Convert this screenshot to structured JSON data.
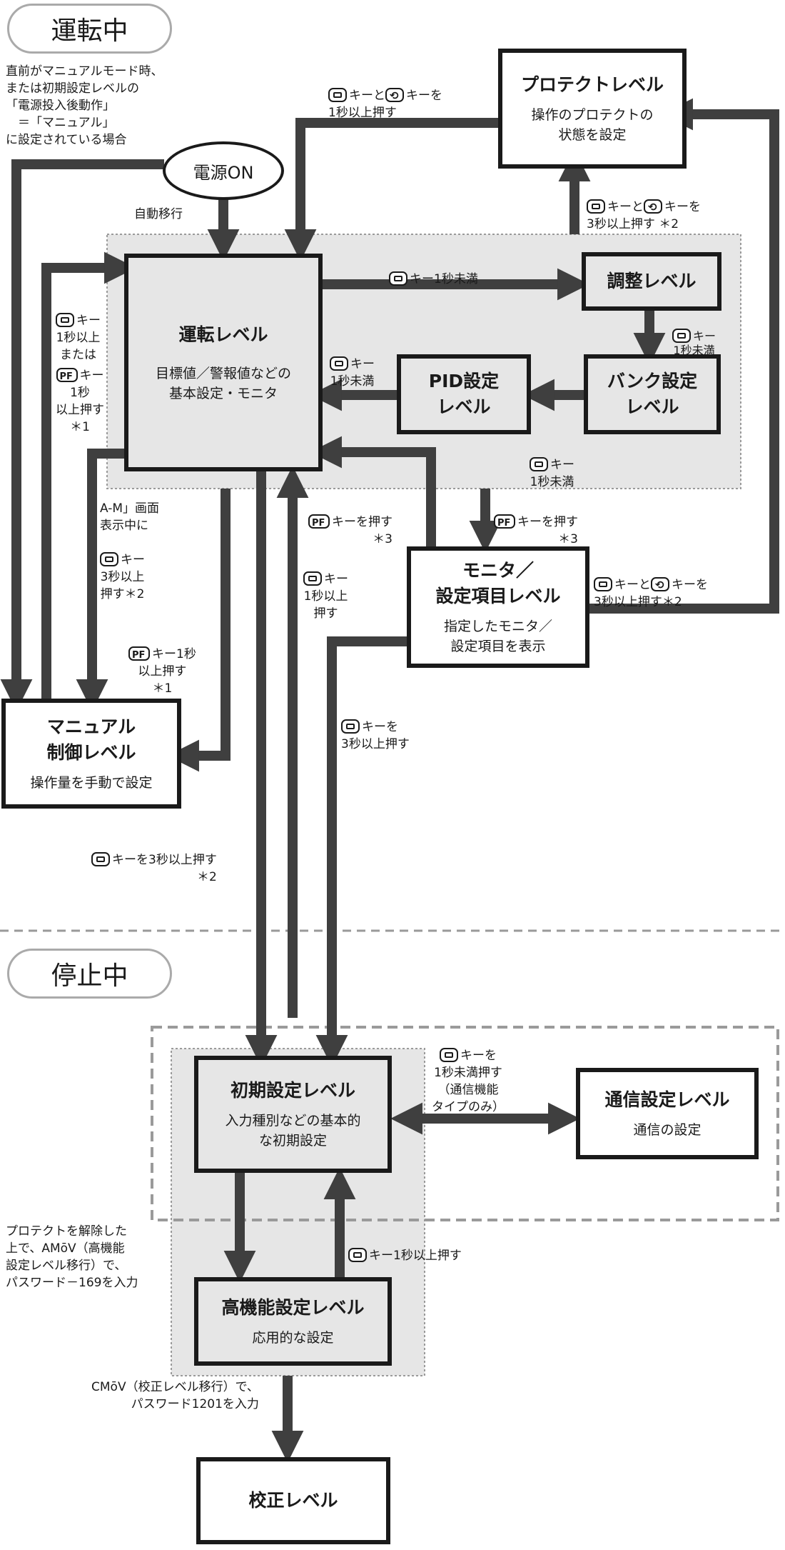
{
  "sections": {
    "running": "運転中",
    "stopped": "停止中"
  },
  "power_on": "電源ON",
  "boxes": {
    "protect": {
      "title": "プロテクトレベル",
      "sub": "操作のプロテクトの\n状態を設定"
    },
    "operation": {
      "title": "運転レベル",
      "sub": "目標値／警報値などの\n基本設定・モニタ"
    },
    "adjust": {
      "title": "調整レベル"
    },
    "bank": {
      "title": "バンク設定\nレベル"
    },
    "pid": {
      "title": "PID設定\nレベル"
    },
    "monitor": {
      "title": "モニタ／\n設定項目レベル",
      "sub": "指定したモニタ／\n設定項目を表示"
    },
    "manual": {
      "title": "マニュアル\n制御レベル",
      "sub": "操作量を手動で設定"
    },
    "initial": {
      "title": "初期設定レベル",
      "sub": "入力種別などの基本的\nな初期設定"
    },
    "comm": {
      "title": "通信設定レベル",
      "sub": "通信の設定"
    },
    "advanced": {
      "title": "高機能設定レベル",
      "sub": "応用的な設定"
    },
    "calib": {
      "title": "校正レベル"
    }
  },
  "labels": {
    "manual_mode_note": "直前がマニュアルモード時、\nまたは初期設定レベルの\n「電源投入後動作」\n　＝「マニュアル」\nに設定されている場合",
    "auto_transition": "自動移行",
    "protect_return_a": "キーと",
    "protect_return_b": "キーを\n1秒以上押す",
    "protect_enter_a": "キーと",
    "protect_enter_b": "キーを\n3秒以上押す ＊2",
    "to_adjust": "キー1秒未満",
    "adjust_to_bank": "キー\n1秒未満",
    "bank_to_pid": "キー\n1秒未満",
    "pid_to_op": "キー\n1秒未満",
    "manual_to_op_a": "キー\n1秒以上\nまたは",
    "manual_to_op_b": "キー\n1秒\n以上押す\n＊1",
    "am_screen": "A-M」画面\n表示中に",
    "am_screen_b": "キー\n3秒以上\n押す＊2",
    "pf_manual": "キー1秒\n以上押す\n＊1",
    "pf_to_monitor": "キーを押す\n＊3",
    "pf_monitor_out": "キーを押す\n＊3",
    "init_to_op": "キー\n1秒以上\n押す",
    "monitor_protect_a": "キーと",
    "monitor_protect_b": "キーを\n3秒以上押す＊2",
    "monitor_to_init": "キーを\n3秒以上押す",
    "op_to_init": "キーを3秒以上押す\n＊2",
    "init_comm": "キーを\n1秒未満押す\n（通信機能\nタイプのみ）",
    "adv_to_init": "キー1秒以上押す",
    "adv_password": "プロテクトを解除した\n上で、AMōV（高機能\n設定レベル移行）で、\nパスワード－169を入力",
    "calib_password": "CMōV（校正レベル移行）で、\nパスワード1201を入力"
  }
}
